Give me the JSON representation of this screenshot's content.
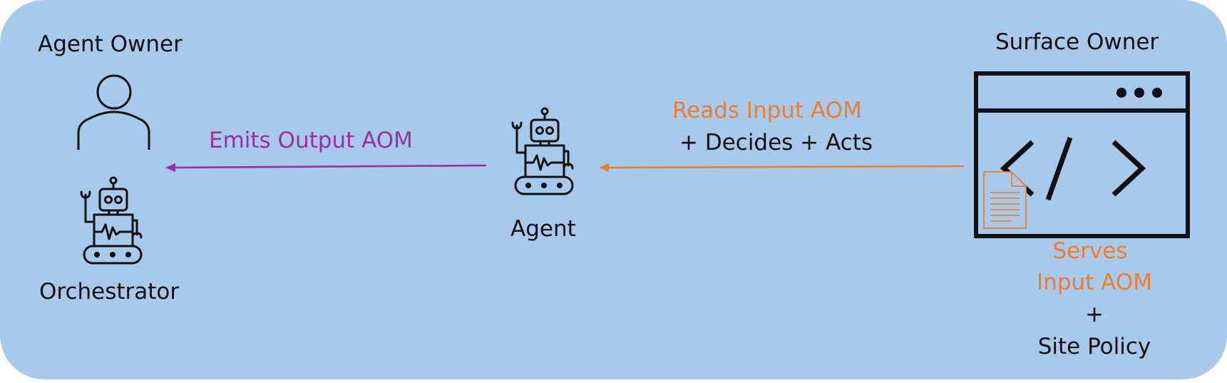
{
  "colors": {
    "panel": "#a7c9eb",
    "purple": "#9b2f9e",
    "orange": "#ef7d2f",
    "ink": "#111111"
  },
  "agent_owner": {
    "title": "Agent Owner",
    "person_icon": "person-icon",
    "robot_icon": "robot-icon",
    "caption": "Orchestrator"
  },
  "agent": {
    "robot_icon": "robot-icon",
    "caption": "Agent"
  },
  "surface_owner": {
    "title": "Surface Owner",
    "window_icon": "browser-code-window-icon",
    "document_icon": "document-icon",
    "serves_line1": "Serves",
    "serves_line2": "Input AOM",
    "plus": "+",
    "site_policy": "Site Policy"
  },
  "flows": {
    "emits": "Emits Output AOM",
    "reads": "Reads Input AOM",
    "decides": "+ Decides + Acts"
  }
}
